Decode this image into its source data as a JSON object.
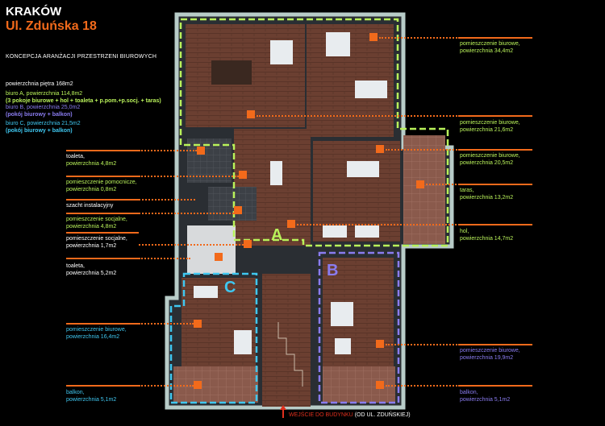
{
  "header": {
    "city": "KRAKÓW",
    "address": "Ul. Zduńska 18",
    "subtitle": "KONCEPCJA  ARANŻACJI PRZESTRZENI BIUROWYCH"
  },
  "summary": {
    "floor_area": "powierzchnia piętra 168m2",
    "office_a_line1": "biuro A, powierzchnia 114,8m2",
    "office_a_line2": "(3 pokoje biurowe + hol + toaleta + p.pom.+p.socj. + taras)",
    "office_b_line1": "biuro B, powierzchnia 25,0m2",
    "office_b_line2": "(pokój biurowy + balkon)",
    "office_c_line1": "biuro C, powierzchnia 21,5m2",
    "office_c_line2": "(pokój biurowy + balkon)"
  },
  "colors": {
    "accent": "#f26a1b",
    "zone_a": "#b9f25a",
    "zone_b": "#8a7cf0",
    "zone_c": "#3fc7f0",
    "entrance": "#e0301e"
  },
  "zones": {
    "a": "A",
    "b": "B",
    "c": "C"
  },
  "left_labels": [
    {
      "l1": "toaleta,",
      "l2": "powierzchnia 4,8m2"
    },
    {
      "l1": "pomieszczenie pomocnicze,",
      "l2": "powierzchnia 0,8m2"
    },
    {
      "l1": "szacht instalacyjny",
      "l2": ""
    },
    {
      "l1": "pomieszczenie socjalne,",
      "l2": "powierzchnia 4,8m2"
    },
    {
      "l1": "pomieszczenie socjalne,",
      "l2": "powierzchnia 1,7m2"
    },
    {
      "l1": "toaleta,",
      "l2": "powierzchnia 5,2m2"
    },
    {
      "l1": "pomieszczenie biurowe,",
      "l2": "powierzchnia 16,4m2"
    },
    {
      "l1": "balkon,",
      "l2": "powierzchnia 5,1m2"
    }
  ],
  "right_labels": [
    {
      "l1": "pomieszczenie biurowe,",
      "l2": "powierzchnia 34,4m2"
    },
    {
      "l1": "pomieszczenie biurowe,",
      "l2": "powierzchnia 21,6m2"
    },
    {
      "l1": "pomieszczenie biurowe,",
      "l2": "powierzchnia 20,5m2"
    },
    {
      "l1": "taras,",
      "l2": "powierzchnia 13,2m2"
    },
    {
      "l1": "hol,",
      "l2": "powierzchnia 14,7m2"
    },
    {
      "l1": "pomieszczenie biurowe,",
      "l2": "powierzchnia 19,9m2"
    },
    {
      "l1": "balkon,",
      "l2": "powierzchnia 5,1m2"
    }
  ],
  "footer": {
    "entrance": "WEJŚCIE DO BUDYNKU",
    "street": "(OD UL. ZDUŃSKIEJ)"
  }
}
